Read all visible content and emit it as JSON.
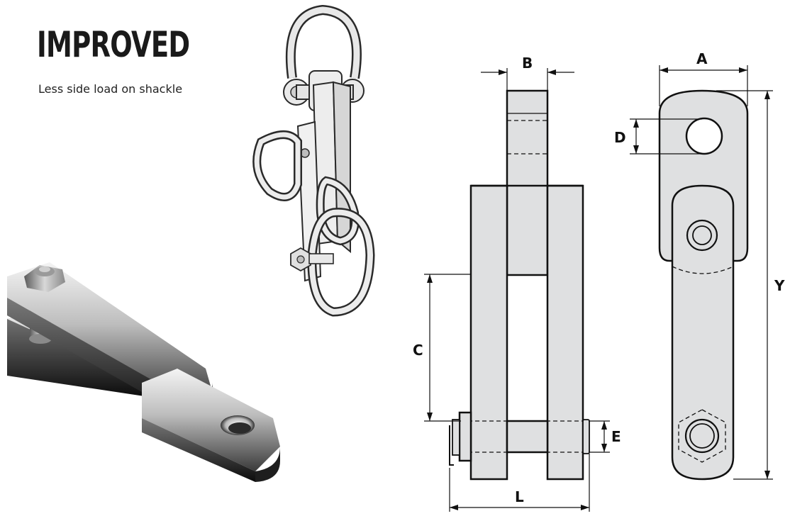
{
  "headline": "IMPROVED",
  "subheadline": "Less side load on shackle",
  "dimensions": {
    "A": "A",
    "B": "B",
    "C": "C",
    "D": "D",
    "E": "E",
    "L": "L",
    "Y": "Y"
  },
  "colors": {
    "metal": "#dfe0e1",
    "outline": "#111111",
    "text": "#1a1a1a"
  }
}
